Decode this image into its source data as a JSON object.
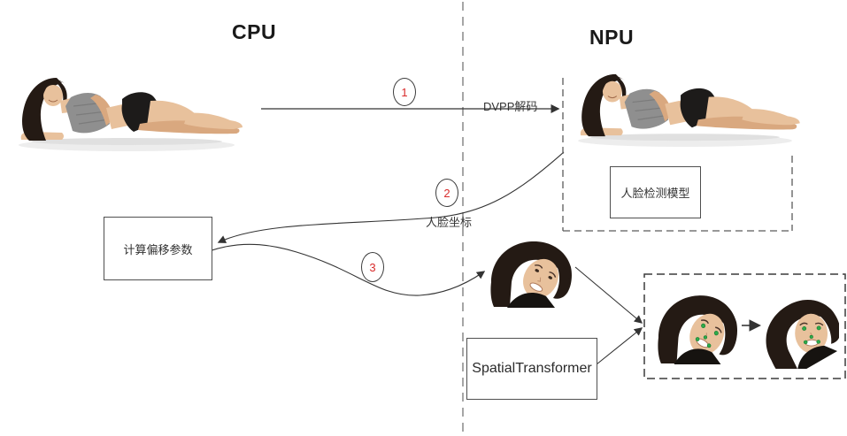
{
  "titles": {
    "cpu": "CPU",
    "npu": "NPU"
  },
  "steps": [
    {
      "number": "1",
      "label": "DVPP解码"
    },
    {
      "number": "2",
      "label": "人脸坐标"
    },
    {
      "number": "3",
      "label": ""
    }
  ],
  "boxes": {
    "face_detect_model": "人脸检测模型",
    "compute_offset": "计算偏移参数",
    "spatial_transformer": "SpatialTransformer"
  },
  "images": {
    "cpu_photo": "woman-lying-source-photo",
    "npu_photo": "woman-lying-decoded-photo",
    "face_crop": "cropped-face-photo",
    "face_landmarks": "cropped-face-with-landmarks",
    "face_aligned": "aligned-face-with-landmarks"
  },
  "colors": {
    "step": "#d92b2b",
    "line": "#333333",
    "border": "#4f4f4f",
    "divider": "#8f8f8f",
    "text": "#333333",
    "dot": "#2faa4a"
  }
}
